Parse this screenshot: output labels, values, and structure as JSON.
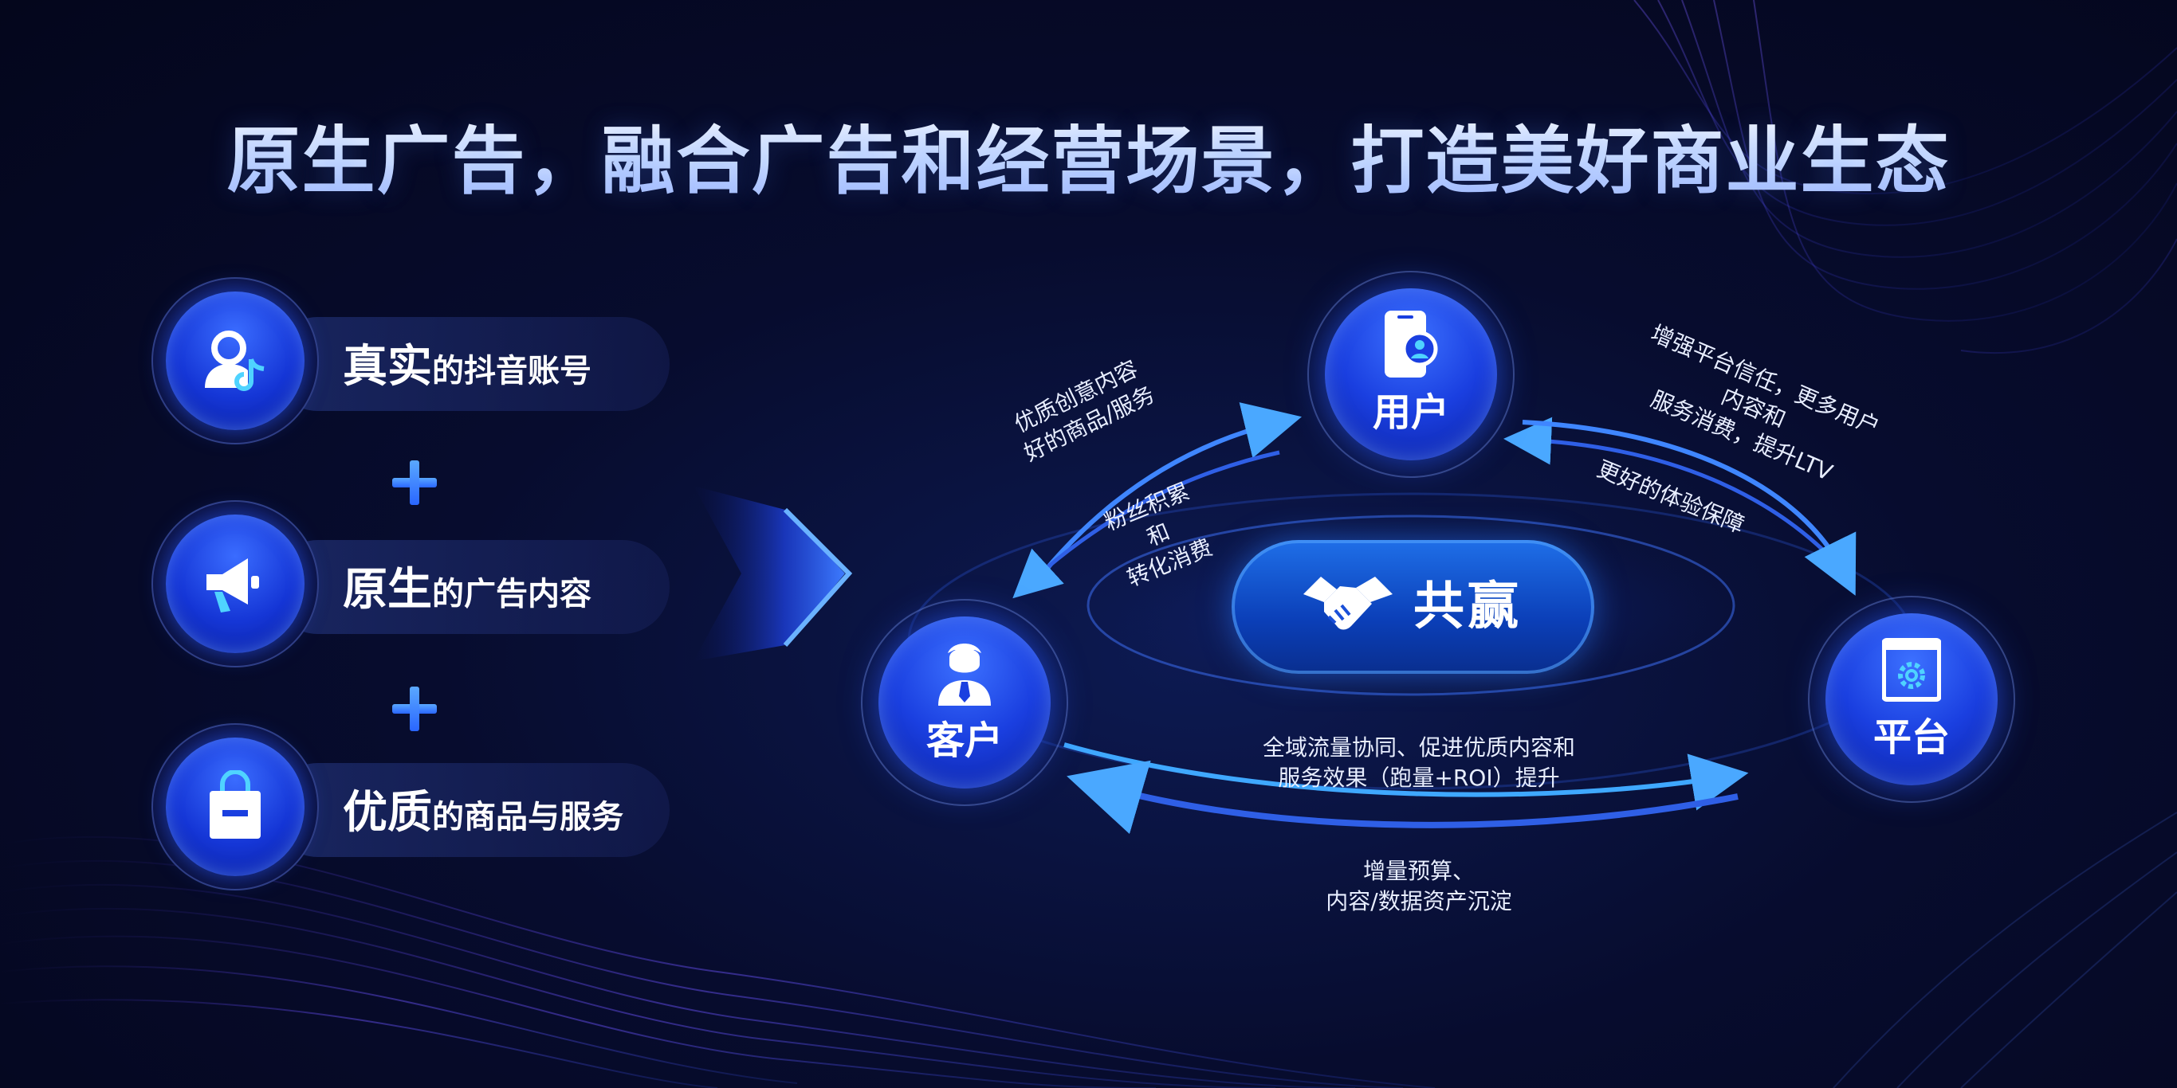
{
  "title": "原生广告，融合广告和经营场景，打造美好商业生态",
  "features": [
    {
      "strong": "真实",
      "rest": "的抖音账号",
      "icon": "douyin-account-icon"
    },
    {
      "strong": "原生",
      "rest": "的广告内容",
      "icon": "megaphone-icon"
    },
    {
      "strong": "优质",
      "rest": "的商品与服务",
      "icon": "shopping-bag-icon"
    }
  ],
  "nodes": {
    "user": {
      "label": "用户",
      "icon": "phone-user-icon"
    },
    "customer": {
      "label": "客户",
      "icon": "person-tie-icon"
    },
    "platform": {
      "label": "平台",
      "icon": "window-gear-icon"
    }
  },
  "center": {
    "label": "共赢",
    "icon": "handshake-icon"
  },
  "captions": {
    "customer_to_user": [
      "优质创意内容",
      "好的商品/服务"
    ],
    "user_to_customer": [
      "粉丝积累",
      "和",
      "转化消费"
    ],
    "platform_to_user_top": [
      "增强平台信任，更多用户",
      "内容和",
      "服务消费，提升LTV"
    ],
    "platform_to_user_bottom": [
      "更好的体验保障"
    ],
    "customer_to_platform": [
      "全域流量协同、促进优质内容和",
      "服务效果（跑量+ROI）提升"
    ],
    "platform_to_customer": [
      "增量预算、",
      "内容/数据资产沉淀"
    ]
  },
  "colors": {
    "accent": "#1f5bff",
    "arrow": "#2f8bff",
    "background": "#070c2e"
  }
}
